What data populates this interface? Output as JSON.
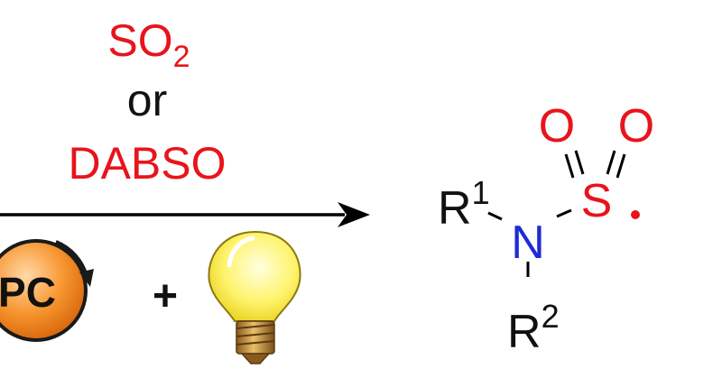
{
  "reagents": {
    "so2_base": "SO",
    "so2_subscript": "2",
    "or_label": "or",
    "dabso_label": "DABSO"
  },
  "catalyst": {
    "label": "PC",
    "plus": "+"
  },
  "product": {
    "r1_label": "R",
    "r1_superscript": "1",
    "r2_label": "R",
    "r2_superscript": "2",
    "nitrogen_label": "N",
    "sulfur_label": "S",
    "oxygen_left_label": "O",
    "oxygen_right_label": "O"
  },
  "colors": {
    "reagent_red": "#e8141c",
    "nitrogen_blue": "#1f2bd6",
    "catalyst_orange": "#f07a14",
    "bulb_yellow": "#fff04a",
    "bulb_base": "#c99a3c"
  }
}
